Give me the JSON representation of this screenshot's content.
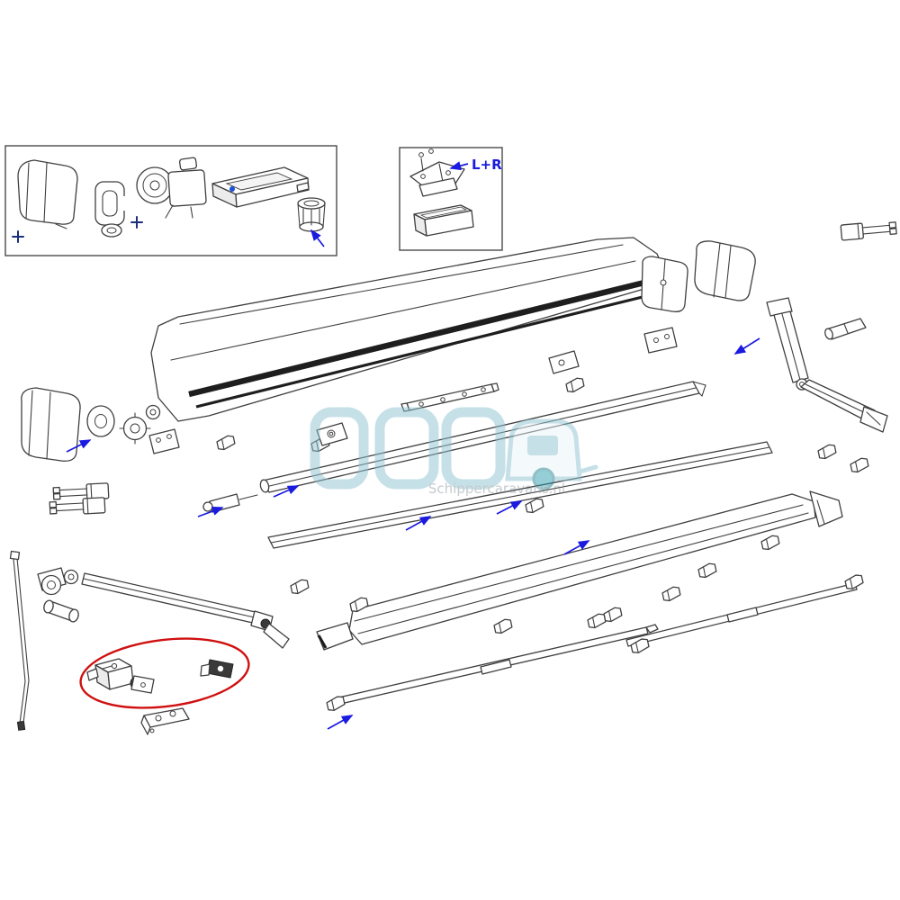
{
  "diagram": {
    "watermark": {
      "text": "Schippercaravans.nl"
    },
    "insets": {
      "top_left": {
        "parts": [
          "end-cover-cap",
          "clamp-bracket",
          "gear-motor-unit",
          "control-box",
          "cylinder-adapter"
        ]
      },
      "top_center": {
        "label": "L+R",
        "parts": [
          "mounting-bracket",
          "packing-frame"
        ]
      }
    },
    "colors": {
      "line": "#3f3f3f",
      "arrow_blue": "#1a1ae0",
      "highlight_red": "#d01010",
      "watermark_teal": "#8fc2d2",
      "watermark_wheel": "#2f9fb3",
      "watermark_text_gray": "#8b989e"
    },
    "highlight": {
      "shape": "ellipse",
      "part": "mounting-foot-bracket"
    },
    "parts_legend": [
      "case-lid-profile",
      "roller-tube",
      "lead-rail",
      "front-panel-profile",
      "tension-rafter",
      "support-arm",
      "spring-arm",
      "end-cap-left",
      "end-cap-right",
      "wall-bracket",
      "clip-bracket",
      "hole-rail",
      "plug-connector",
      "awning-pole",
      "mounting-foot-bracket",
      "elbow-joint",
      "gear-disc"
    ]
  }
}
